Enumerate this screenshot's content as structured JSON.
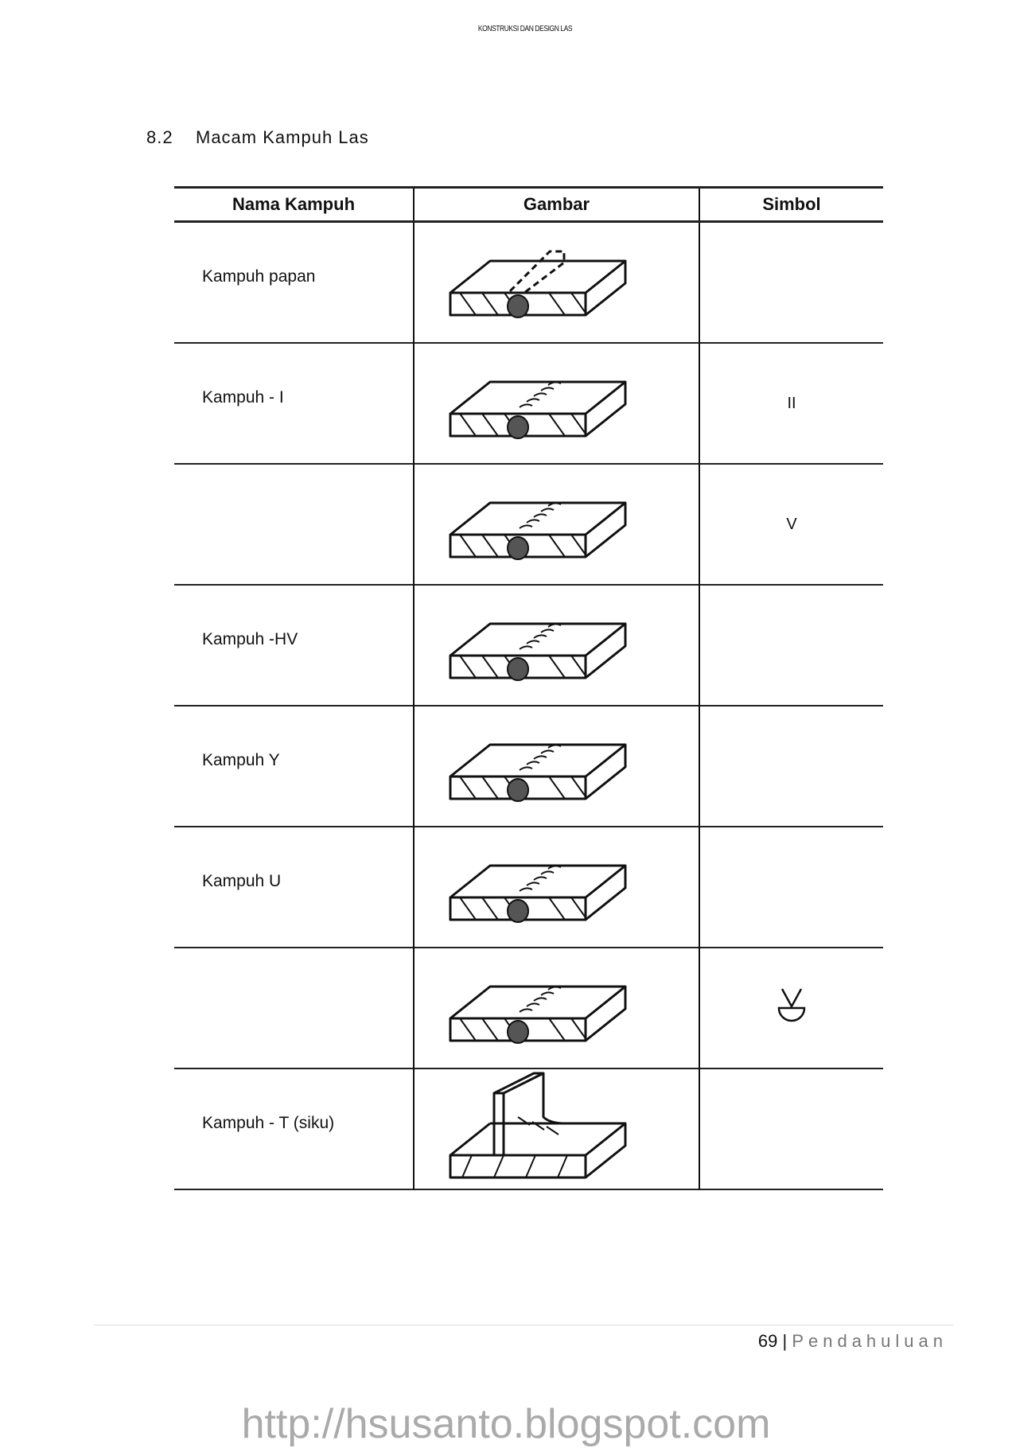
{
  "header": "KONSTRUKSI DAN DESIGN LAS",
  "section": {
    "number": "8.2",
    "title": "Macam Kampuh Las"
  },
  "table": {
    "columns": [
      "Nama Kampuh",
      "Gambar",
      "Simbol"
    ],
    "rows": [
      {
        "name": "Kampuh papan",
        "drawing": "edge-plate",
        "symbol": ""
      },
      {
        "name": "Kampuh - I",
        "drawing": "i-butt",
        "symbol": "II"
      },
      {
        "name": "",
        "drawing": "v-butt",
        "symbol": "V"
      },
      {
        "name": "Kampuh -HV",
        "drawing": "hv-butt",
        "symbol": ""
      },
      {
        "name": "Kampuh Y",
        "drawing": "y-butt",
        "symbol": ""
      },
      {
        "name": "Kampuh U",
        "drawing": "u-butt",
        "symbol": ""
      },
      {
        "name": "",
        "drawing": "v-sealing",
        "symbol": "v-with-sealing-run-icon"
      },
      {
        "name": "Kampuh - T (siku)",
        "drawing": "t-joint",
        "symbol": ""
      }
    ]
  },
  "footer": {
    "page": "69",
    "separator": "|",
    "section": "Pendahuluan"
  },
  "watermark": "http://hsusanto.blogspot.com"
}
